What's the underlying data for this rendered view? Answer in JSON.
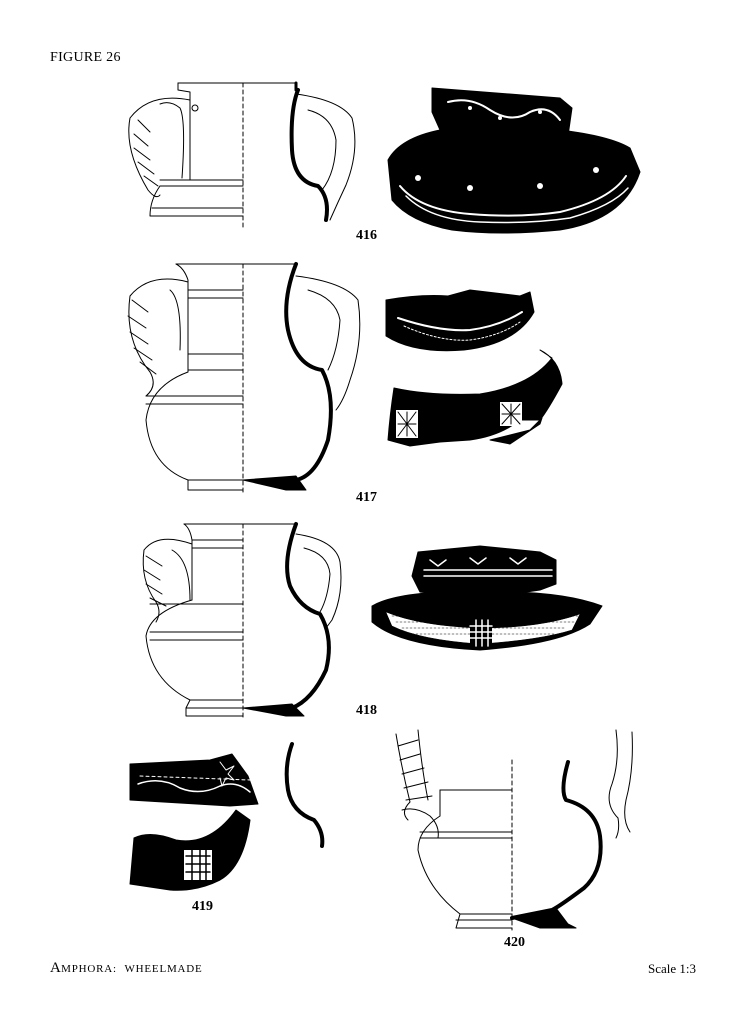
{
  "figure_label": "FIGURE 26",
  "catalogue_numbers": {
    "c416": "416",
    "c417": "417",
    "c418": "418",
    "c419": "419",
    "c420": "420"
  },
  "caption": {
    "first_letter": "A",
    "rest_word1": "MPHORA:",
    "word2": "WHEELMADE"
  },
  "scale": "Scale 1:3"
}
